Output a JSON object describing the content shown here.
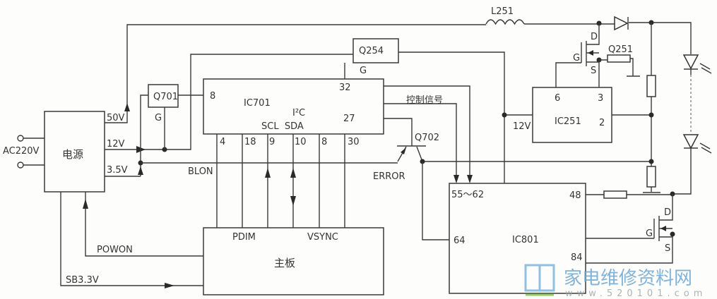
{
  "power": {
    "label": "电源",
    "input": "AC220V",
    "out_50v": "50V",
    "out_12v": "12V",
    "out_3v5": "3.5V"
  },
  "q701": {
    "label": "Q701",
    "gate": "G"
  },
  "q254": {
    "label": "Q254",
    "gate": "G"
  },
  "ic701": {
    "label": "IC701",
    "bus": "I²C",
    "bus_pins": "SCL  SDA",
    "pin_8": "8",
    "pin_32": "32",
    "pin_27": "27",
    "bottom_pins": [
      "4",
      "18",
      "9",
      "10",
      "8",
      "30"
    ]
  },
  "signals": {
    "blon": "BLON",
    "error": "ERROR",
    "control": "控制信号",
    "powon": "POWON",
    "sb33": "SB3.3V",
    "v12": "12V"
  },
  "mainboard": {
    "label": "主板",
    "pdim": "PDIM",
    "vsync": "VSYNC"
  },
  "q702": {
    "label": "Q702"
  },
  "l251": {
    "label": "L251"
  },
  "q251": {
    "label": "Q251",
    "d": "D",
    "g": "G",
    "s": "S"
  },
  "ic251": {
    "label": "IC251",
    "pin_6": "6",
    "pin_3": "3",
    "pin_2": "2"
  },
  "ic801": {
    "label": "IC801",
    "pin_55_62": "55～62",
    "pin_48": "48",
    "pin_64": "64",
    "pin_84": "84"
  },
  "q_bottom": {
    "d": "D",
    "g": "G",
    "s": "S"
  },
  "watermark": {
    "name": "家电维修资料网",
    "url": "www.520101.com"
  }
}
